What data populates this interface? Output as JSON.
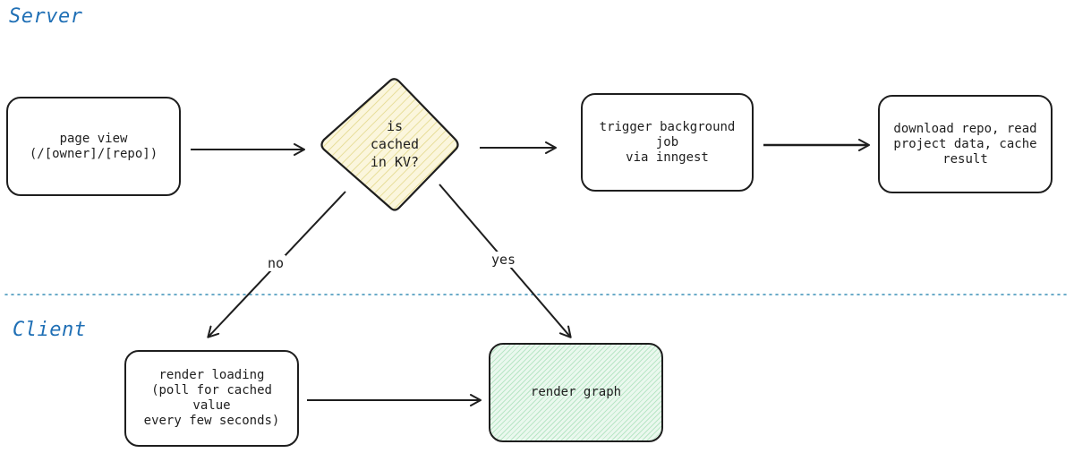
{
  "sections": {
    "server": "Server",
    "client": "Client"
  },
  "nodes": {
    "page_view": "page view\n(/[owner]/[repo])",
    "is_cached": "is\ncached\nin KV?",
    "trigger_job": "trigger background job\nvia inngest",
    "download_repo": "download repo, read\nproject data, cache\nresult",
    "render_loading": "render loading\n(poll for cached value\nevery few seconds)",
    "render_graph": "render graph"
  },
  "edges": {
    "no_label": "no",
    "yes_label": "yes"
  },
  "colors": {
    "section_label": "#1f6fb5",
    "divider": "#3a8fb7",
    "diamond_fill": "#fbf6dd",
    "diamond_hatch": "#e8df9a",
    "graph_fill": "#eaf8ee",
    "stroke": "#1e1e1e"
  }
}
